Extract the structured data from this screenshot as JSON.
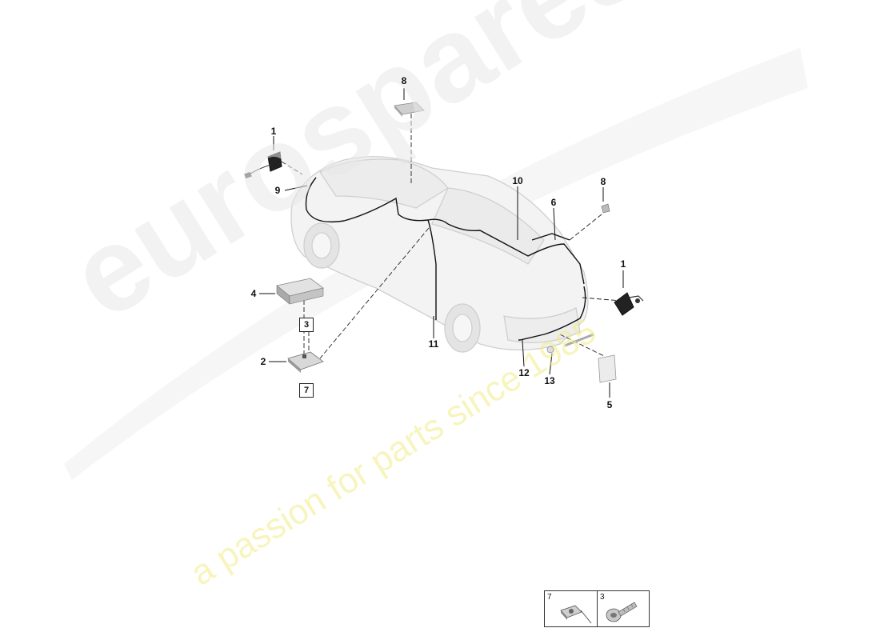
{
  "watermark": {
    "brand": "eurospares",
    "tagline": "a passion for parts since 1985",
    "brand_color": "#e6e6e6",
    "tagline_color": "#f5f0a0"
  },
  "callouts": [
    {
      "id": "c8-top",
      "label": "8"
    },
    {
      "id": "c1-left",
      "label": "1"
    },
    {
      "id": "c9",
      "label": "9"
    },
    {
      "id": "c10",
      "label": "10"
    },
    {
      "id": "c8-right",
      "label": "8"
    },
    {
      "id": "c6",
      "label": "6"
    },
    {
      "id": "c1-right",
      "label": "1"
    },
    {
      "id": "c4",
      "label": "4"
    },
    {
      "id": "c2",
      "label": "2"
    },
    {
      "id": "c11",
      "label": "11"
    },
    {
      "id": "c12",
      "label": "12"
    },
    {
      "id": "c13",
      "label": "13"
    },
    {
      "id": "c5",
      "label": "5"
    }
  ],
  "boxed_refs": [
    {
      "id": "ref3",
      "label": "3"
    },
    {
      "id": "ref7",
      "label": "7"
    }
  ],
  "inset": {
    "cells": [
      {
        "label": "7",
        "icon": "clip-nut-icon"
      },
      {
        "label": "3",
        "icon": "screw-icon"
      }
    ]
  }
}
